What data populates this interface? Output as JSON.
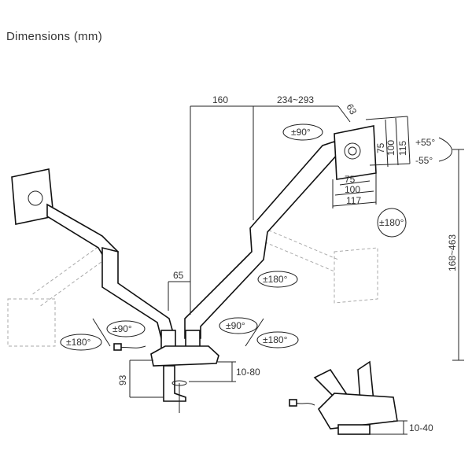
{
  "title": "Dimensions (mm)",
  "dimensions": {
    "arm_offset": "160",
    "arm_reach": "234~293",
    "head_offset": "63",
    "pole_gap": "65",
    "vesa_v_small": "75",
    "vesa_v_large": "100",
    "plate_height": "115",
    "vesa_h_small": "75",
    "vesa_h_large": "100",
    "plate_width": "117",
    "height_range": "168~463",
    "base_height": "93",
    "clamp_range": "10-80",
    "grommet_range": "10-40"
  },
  "rotations": {
    "head_swivel": "±90°",
    "tilt_up": "+55°",
    "tilt_down": "-55°",
    "head_rotate": "±180°",
    "elbow_right": "±180°",
    "left_swivel": "±90°",
    "left_rotate": "±180°",
    "right_swivel": "±90°",
    "right_rotate": "±180°"
  }
}
